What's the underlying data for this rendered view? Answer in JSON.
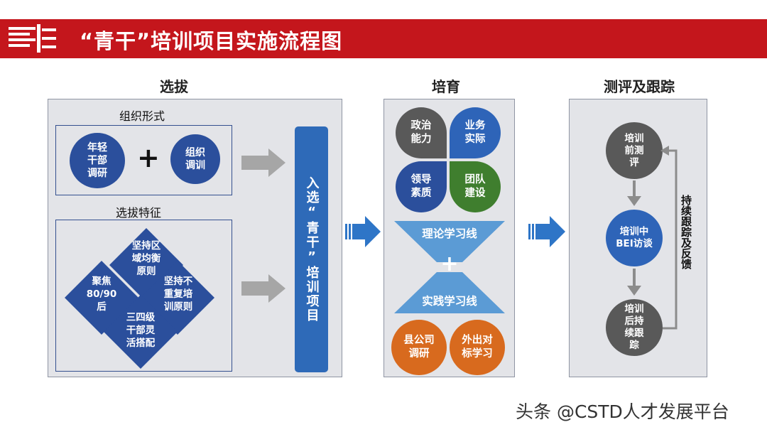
{
  "title": "“青干”培训项目实施流程图",
  "sections": {
    "selection": {
      "title": "选拔",
      "org_form": {
        "label": "组织形式",
        "items": [
          "年轻\n干部\n调研",
          "组织\n调训"
        ],
        "plus": "+"
      },
      "features": {
        "label": "选拔特征",
        "diamonds": [
          "坚持区\n域均衡\n原则",
          "聚焦\n80/90\n后",
          "坚持不\n重复培\n训原则",
          "三四级\n干部灵\n活搭配"
        ]
      },
      "entry_banner": "入选“青干”培训项目"
    },
    "cultivation": {
      "title": "培育",
      "petals": [
        "政治\n能力",
        "业务\n实际",
        "领导\n素质",
        "团队\n建设"
      ],
      "theory_line": "理论学习线",
      "plus": "+",
      "practice_line": "实践学习线",
      "circles": [
        "县公司\n调研",
        "外出对\n标学习"
      ]
    },
    "evaluation": {
      "title": "测评及跟踪",
      "steps": [
        "培训\n前测\n评",
        "培训中\nBEI访谈",
        "培训\n后持\n续跟\n踪"
      ],
      "feedback": "持续跟踪及反馈"
    }
  },
  "watermark": "头条 @CSTD人才发展平台",
  "colors": {
    "header_red": "#c4161c",
    "navy": "#2b4f9c",
    "dark_grey": "#595959",
    "green": "#3f7e2e",
    "light_blue": "#5b9bd5",
    "orange": "#d86a1e",
    "arrow_grey": "#a6a6a6",
    "arrow_blue": "#2e75c7"
  }
}
